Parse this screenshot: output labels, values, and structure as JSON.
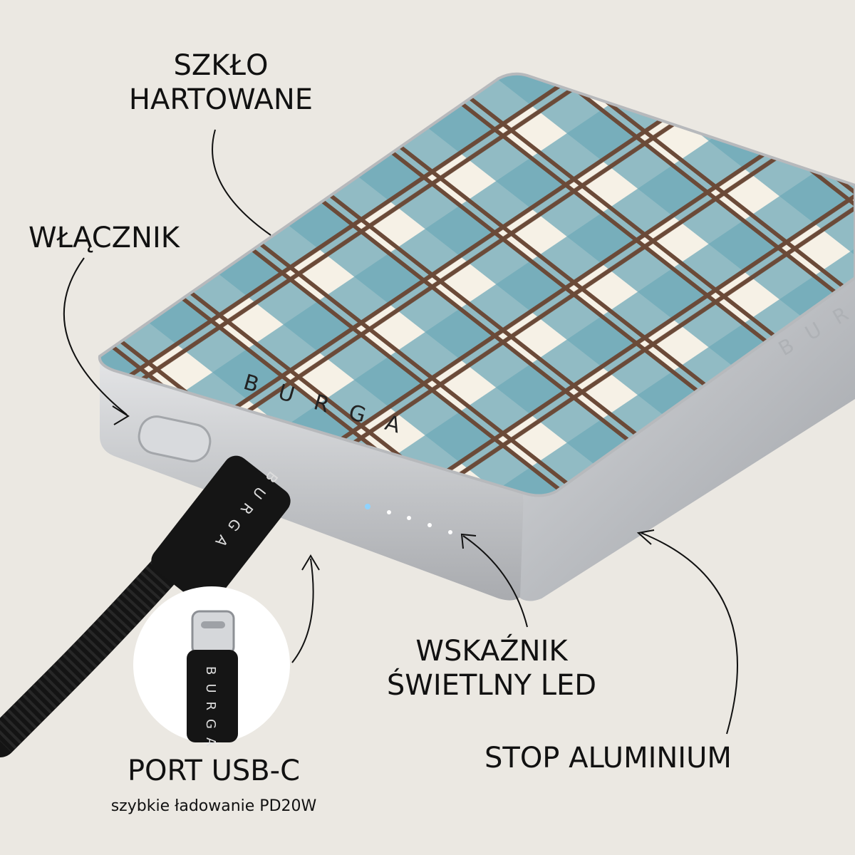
{
  "labels": {
    "tempered_glass": [
      "SZKŁO",
      "HARTOWANE"
    ],
    "power_button": "WŁĄCZNIK",
    "led_indicator": [
      "WSKAŹNIK",
      "ŚWIETLNY LED"
    ],
    "usb_port": "PORT USB-C",
    "usb_port_detail": "szybkie ładowanie PD20W",
    "aluminium": "STOP ALUMINIUM"
  },
  "brand": {
    "wordmark": "BURGA"
  },
  "led_dots": {
    "count": 5,
    "lit": 1
  },
  "colors": {
    "background": "#ebe8e2",
    "plaid_blue": "#6fa9b8",
    "plaid_cream": "#f6f1e6",
    "plaid_brown": "#6b4a38",
    "aluminium": "#c9cbce",
    "cable": "#141414",
    "led_active": "#8fd3ff"
  }
}
